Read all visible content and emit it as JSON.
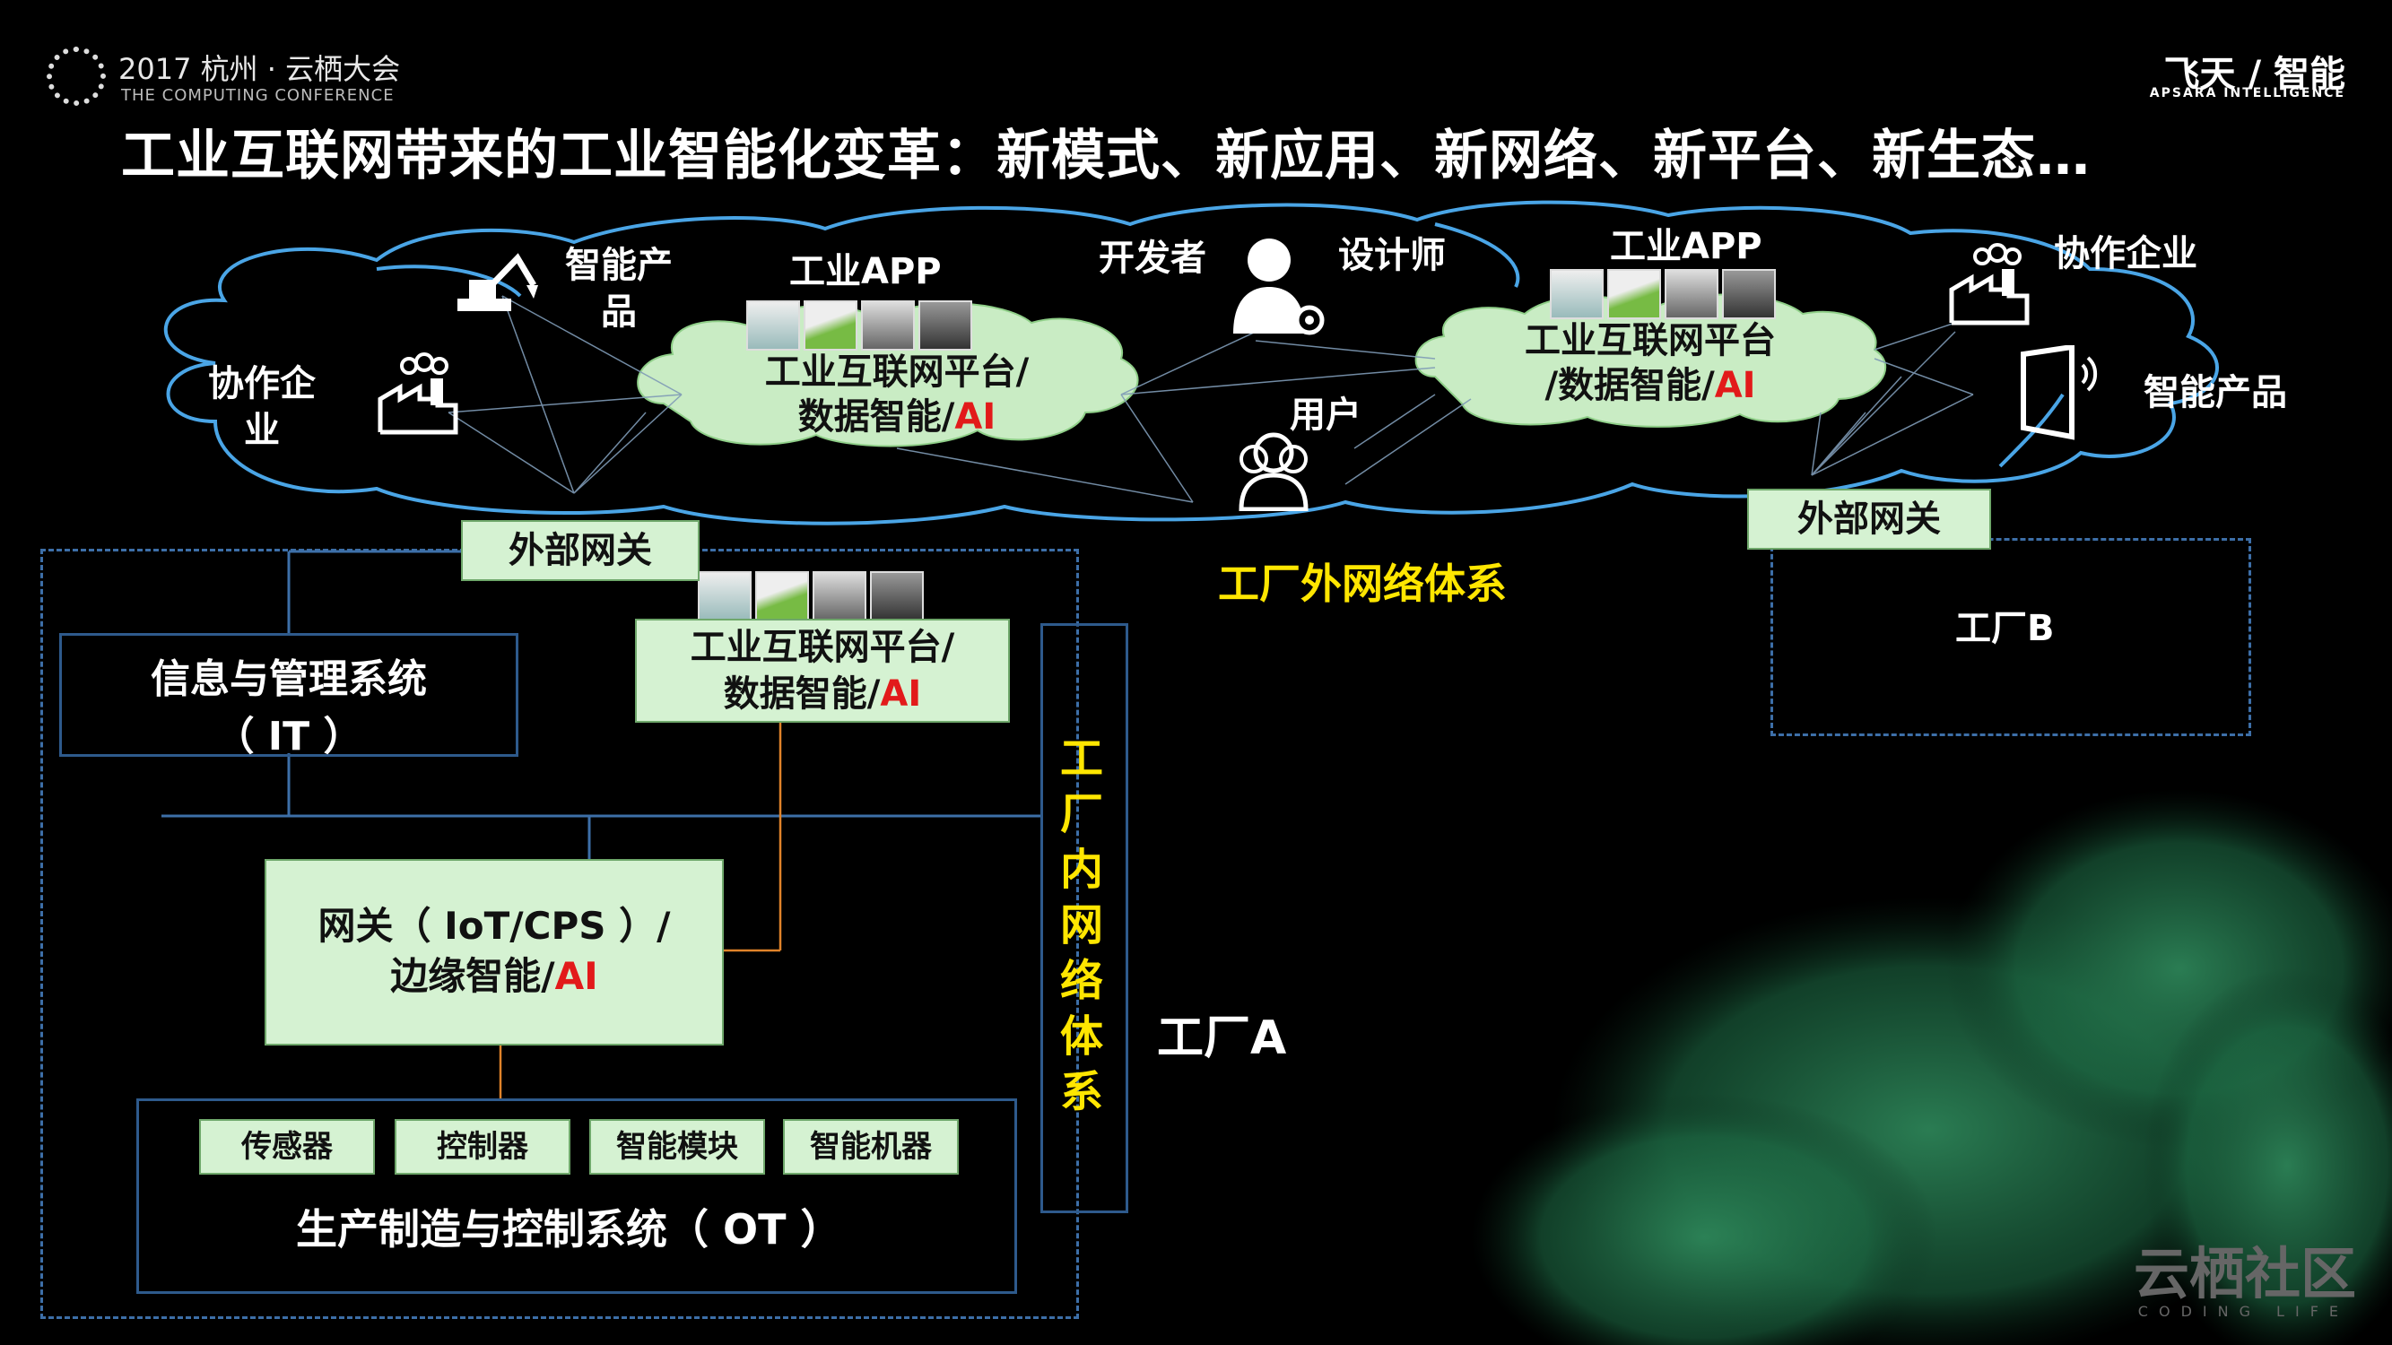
{
  "header": {
    "conference_year": "2017 杭州 · 云栖大会",
    "conference_sub": "THE COMPUTING CONFERENCE",
    "brand": "飞天 / 智能",
    "brand_sub": "APSARA INTELLIGENCE"
  },
  "title": "工业互联网带来的工业智能化变革：新模式、新应用、新网络、新平台、新生态…",
  "cloud": {
    "collab_left": "协作企业",
    "smart_product_top": "智能产品",
    "app_left": "工业APP",
    "developer": "开发者",
    "designer": "设计师",
    "app_right": "工业APP",
    "collab_right": "协作企业",
    "smart_product_right": "智能产品",
    "user": "用户",
    "platform_line1": "工业互联网平台/",
    "platform_line2": "数据智能/",
    "platform_ai": "AI",
    "platform2_line1": "工业互联网平台",
    "platform2_line2": "/数据智能/",
    "platform2_ai": "AI"
  },
  "gateway_left": "外部网关",
  "gateway_right": "外部网关",
  "external_network": "工厂外网络体系",
  "factory_b": "工厂B",
  "factory_a": "工厂A",
  "internal_network": "工厂内网络体系",
  "it_system": {
    "line1": "信息与管理系统",
    "line2": "（ IT ）"
  },
  "factory_platform": {
    "line1": "工业互联网平台/",
    "line2": "数据智能/",
    "ai": "AI"
  },
  "edge_gateway": {
    "line1": "网关（ IoT/CPS ）/",
    "line2": "边缘智能/",
    "ai": "AI"
  },
  "ot_system": {
    "label": "生产制造与控制系统（ OT ）",
    "items": [
      "传感器",
      "控制器",
      "智能模块",
      "智能机器"
    ]
  },
  "watermark": {
    "main": "云栖社区",
    "sub": "CODING LIFE"
  },
  "colors": {
    "accent_yellow": "#ffe600",
    "ai_red": "#e21a1a",
    "box_green": "#d5f2d2",
    "line_blue": "#4a9fe0"
  }
}
